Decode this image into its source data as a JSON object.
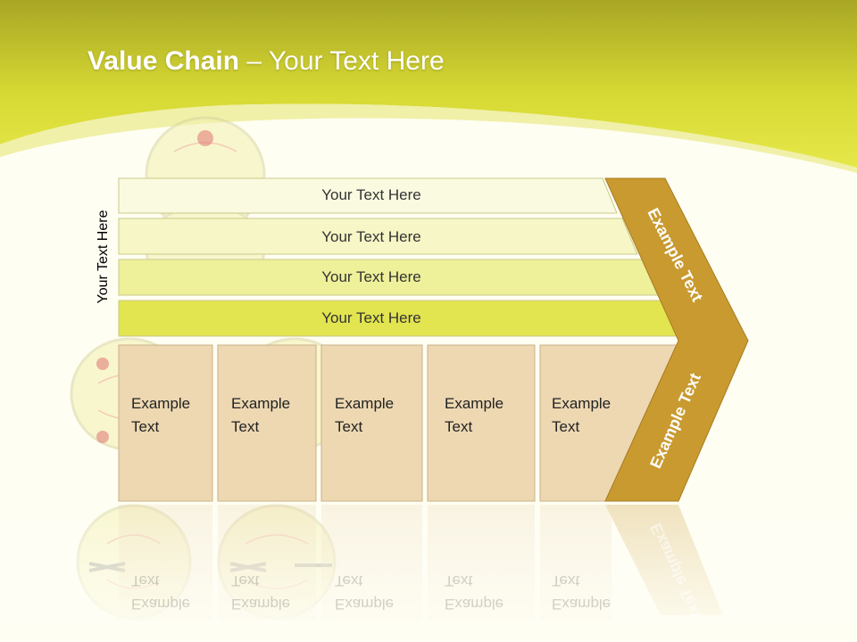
{
  "title": {
    "bold": "Value Chain",
    "rest": " – Your Text Here"
  },
  "side_label": "Your Text Here",
  "bars": [
    {
      "label": "Your Text Here",
      "fill": "#fafae0"
    },
    {
      "label": "Your Text Here",
      "fill": "#f6f6c6"
    },
    {
      "label": "Your Text Here",
      "fill": "#eef09a"
    },
    {
      "label": "Your Text Here",
      "fill": "#e2e450"
    }
  ],
  "columns": [
    {
      "line1": "Example",
      "line2": "Text"
    },
    {
      "line1": "Example",
      "line2": "Text"
    },
    {
      "line1": "Example",
      "line2": "Text"
    },
    {
      "line1": "Example",
      "line2": "Text"
    },
    {
      "line1": "Example",
      "line2": "Text"
    }
  ],
  "chevron": {
    "top_label": "Example Text",
    "bottom_label": "Example Text"
  },
  "colors": {
    "header": "#dfe13a",
    "chevron": "#c99a30",
    "column": "#edd8b2",
    "background": "#fffef2"
  }
}
